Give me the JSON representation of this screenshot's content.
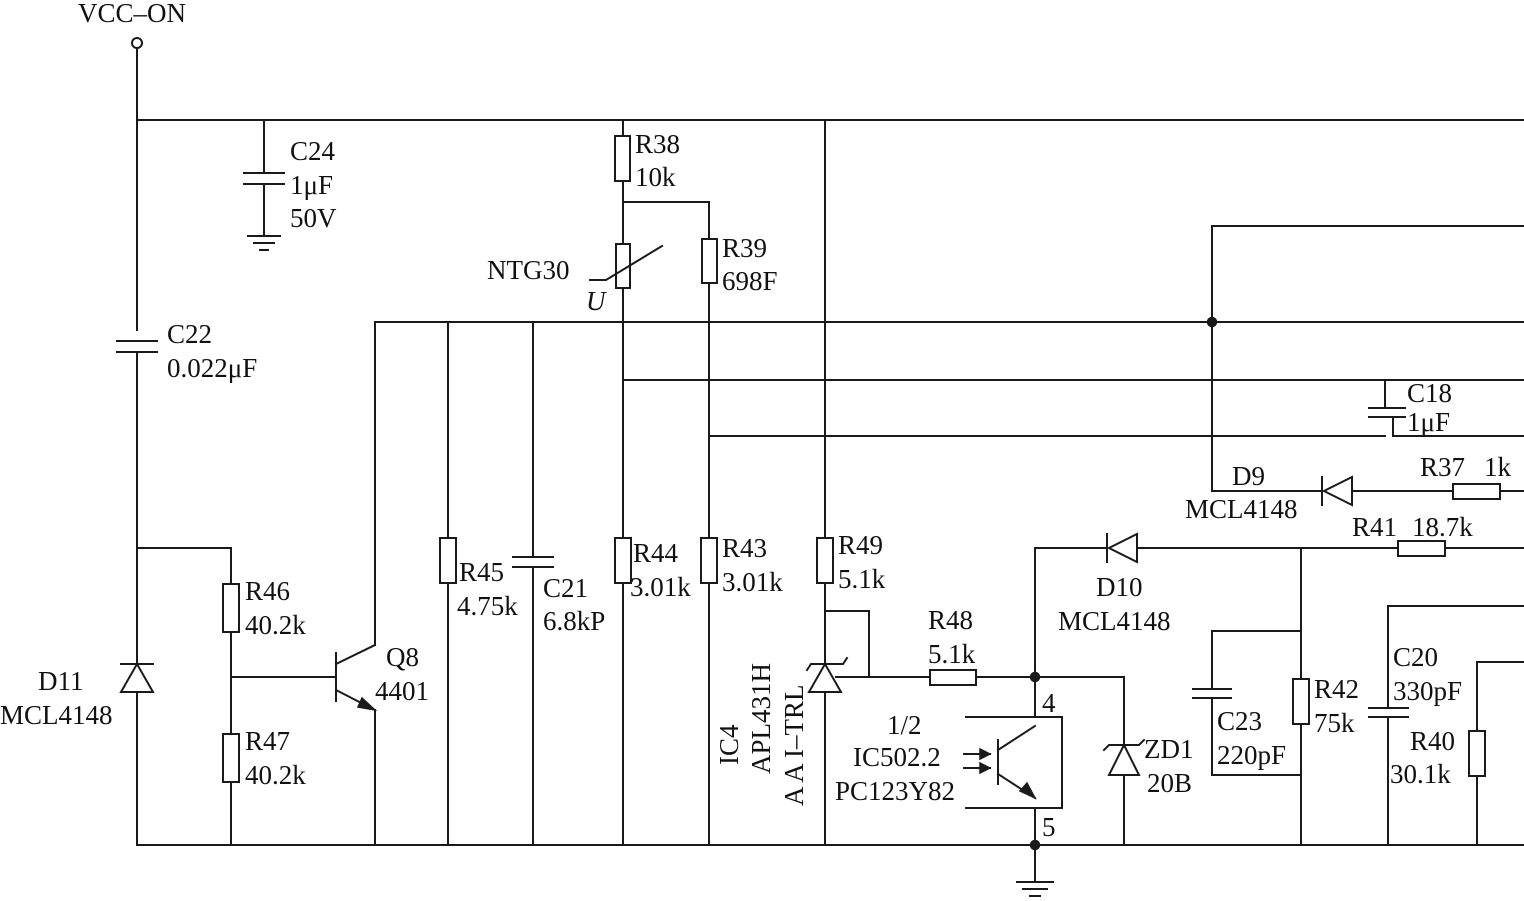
{
  "supply": {
    "net": "VCC–ON"
  },
  "components": {
    "C24": {
      "ref": "C24",
      "value": "1μF",
      "rating": "50V"
    },
    "R38": {
      "ref": "R38",
      "value": "10k"
    },
    "R39": {
      "ref": "R39",
      "value": "698F"
    },
    "NTG30": {
      "ref": "NTG30",
      "mark": "U"
    },
    "C22": {
      "ref": "C22",
      "value": "0.022μF"
    },
    "C18": {
      "ref": "C18",
      "value": "1μF"
    },
    "D9": {
      "ref": "D9",
      "part": "MCL4148"
    },
    "R37": {
      "ref": "R37",
      "value": "1k"
    },
    "R41": {
      "ref": "R41",
      "value": "18.7k"
    },
    "R45": {
      "ref": "R45",
      "value": "4.75k"
    },
    "C21": {
      "ref": "C21",
      "value": "6.8kP"
    },
    "R44": {
      "ref": "R44",
      "value": "3.01k"
    },
    "R43": {
      "ref": "R43",
      "value": "3.01k"
    },
    "R49": {
      "ref": "R49",
      "value": "5.1k"
    },
    "R46": {
      "ref": "R46",
      "value": "40.2k"
    },
    "R47": {
      "ref": "R47",
      "value": "40.2k"
    },
    "Q8": {
      "ref": "Q8",
      "part": "4401"
    },
    "D11": {
      "ref": "D11",
      "part": "MCL4148"
    },
    "D10": {
      "ref": "D10",
      "part": "MCL4148"
    },
    "R48": {
      "ref": "R48",
      "value": "5.1k"
    },
    "IC4": {
      "ref": "IC4",
      "part": "APL431H",
      "suffix": "A A I–TRL"
    },
    "IC502": {
      "unit": "1/2",
      "ref": "IC502.2",
      "part": "PC123Y82",
      "pin4": "4",
      "pin5": "5"
    },
    "ZD1": {
      "ref": "ZD1",
      "value": "20B"
    },
    "C23": {
      "ref": "C23",
      "value": "220pF"
    },
    "R42": {
      "ref": "R42",
      "value": "75k"
    },
    "C20": {
      "ref": "C20",
      "value": "330pF"
    },
    "R40": {
      "ref": "R40",
      "value": "30.1k"
    }
  }
}
